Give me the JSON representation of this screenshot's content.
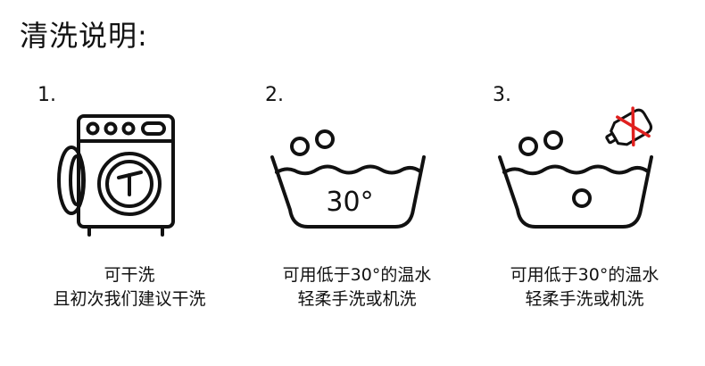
{
  "title": "清洗说明:",
  "steps": [
    {
      "number": "1.",
      "icon": "washing-machine-icon",
      "caption_line1": "可干洗",
      "caption_line2": "且初次我们建议干洗"
    },
    {
      "number": "2.",
      "icon": "hand-wash-basin-icon",
      "temperature": "30°",
      "caption_line1": "可用低于30°的温水",
      "caption_line2": "轻柔手洗或机洗"
    },
    {
      "number": "3.",
      "icon": "no-bleach-basin-icon",
      "caption_line1": "可用低于30°的温水",
      "caption_line2": "轻柔手洗或机洗"
    }
  ],
  "colors": {
    "stroke": "#111111",
    "cross": "#e0201f"
  }
}
